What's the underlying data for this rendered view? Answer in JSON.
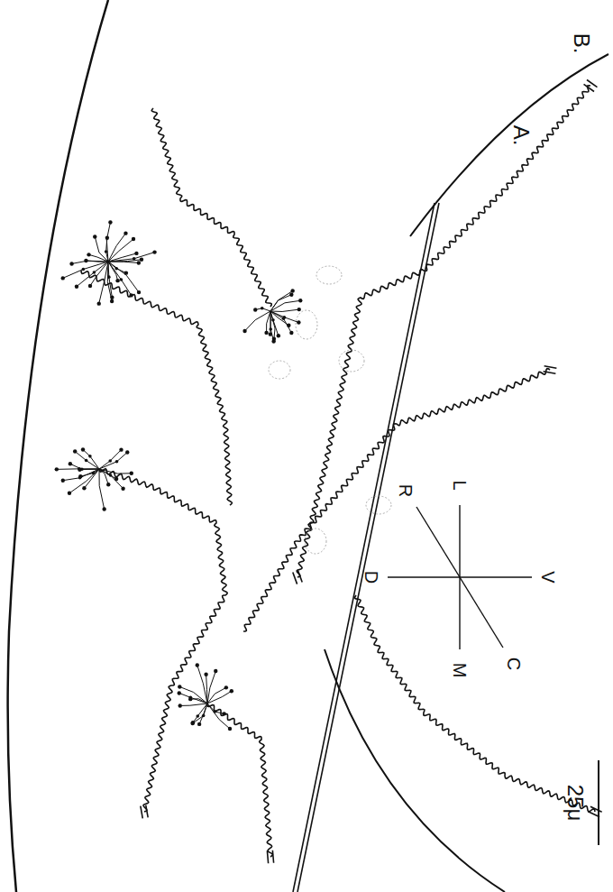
{
  "diagram": {
    "labels": [
      "A.",
      "B.",
      "25μ",
      "M",
      "L",
      "D",
      "V",
      "R",
      "C"
    ]
  }
}
